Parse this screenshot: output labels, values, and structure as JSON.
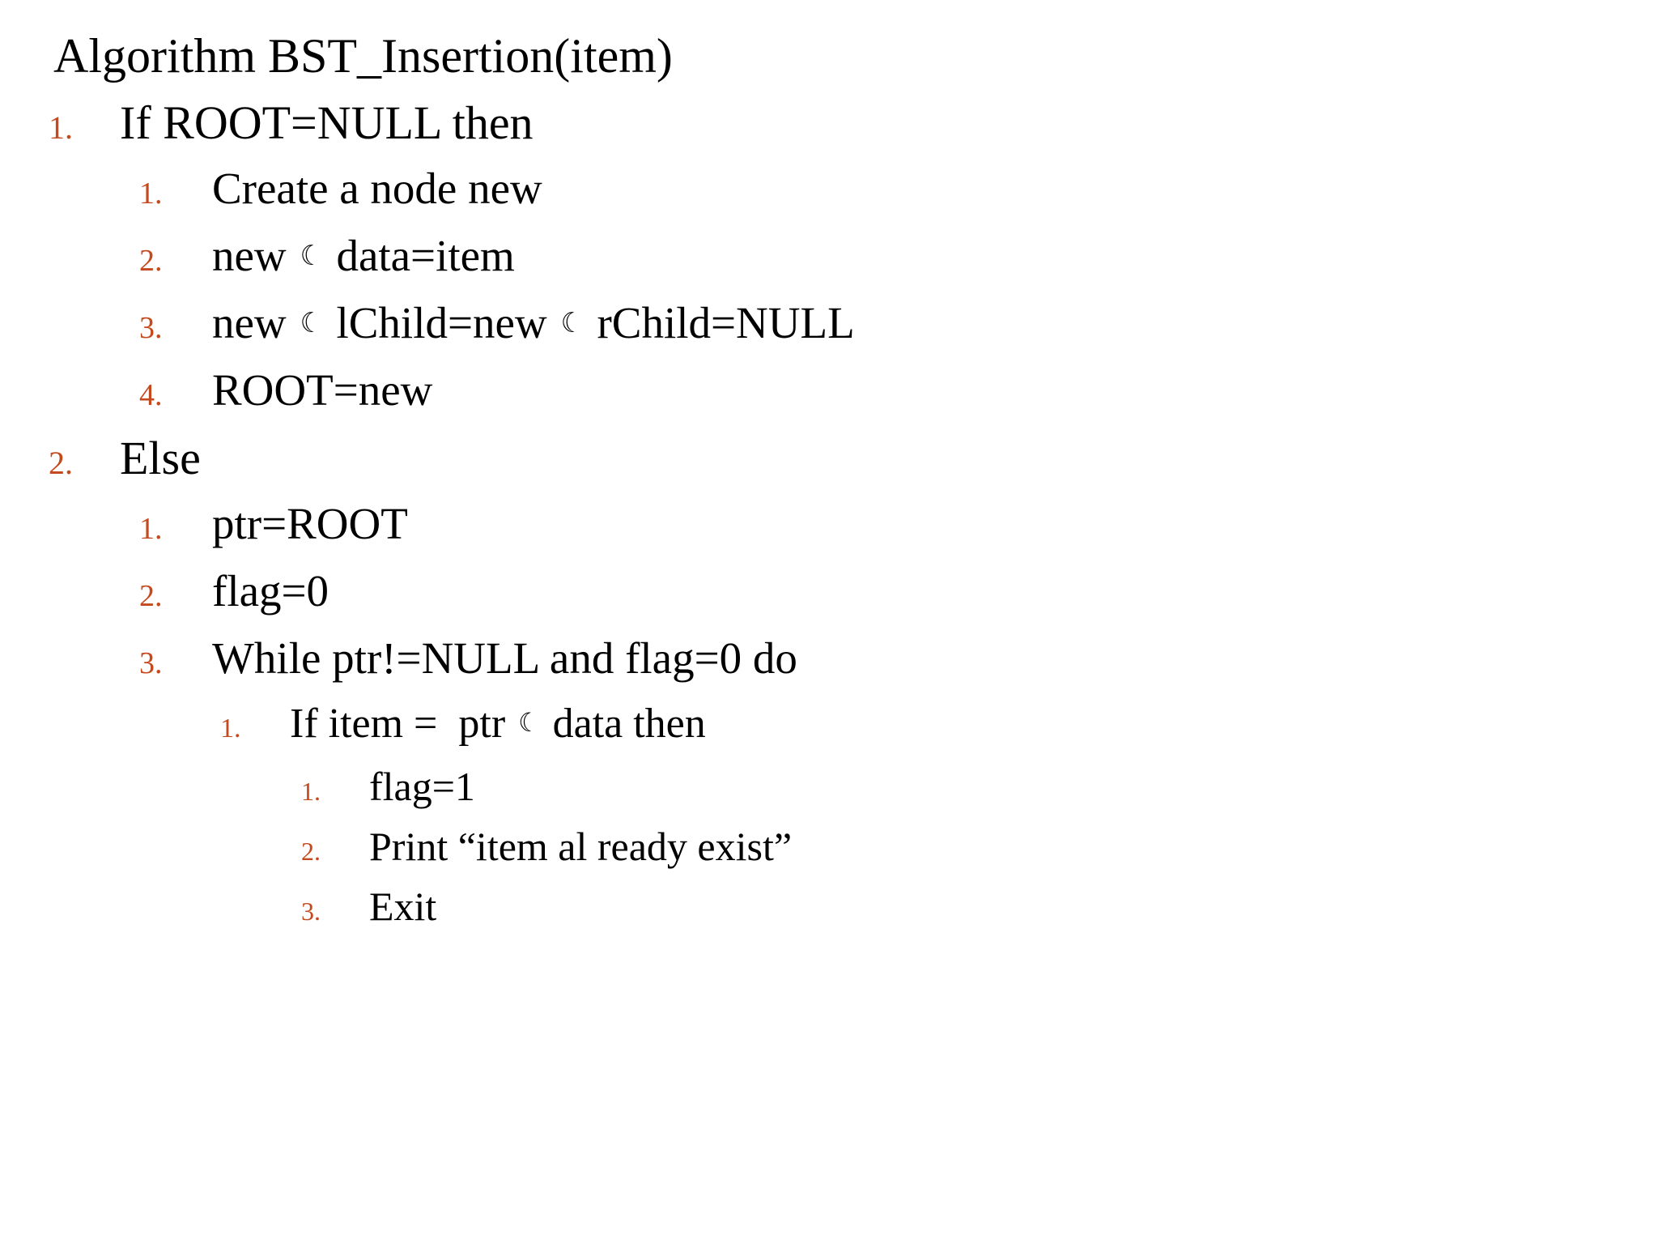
{
  "slide": {
    "background_color": "#FFFFFF",
    "text_color": "#000000",
    "number_color": "#C4491E",
    "title": "Algorithm BST_Insertion(item)",
    "arrow_glyph": "☾",
    "arrow_glyph_name": "crescent-moon-glyph"
  },
  "outline": [
    {
      "level": 1,
      "number": "1.",
      "text": "If ROOT=NULL then",
      "parts": [
        "If ROOT=NULL then"
      ]
    },
    {
      "level": 2,
      "number": "1.",
      "text": "Create a node new",
      "parts": [
        "Create a node new"
      ]
    },
    {
      "level": 2,
      "number": "2.",
      "text": "new ☾ data=item",
      "parts": [
        "new ",
        "☾",
        " data=item"
      ]
    },
    {
      "level": 2,
      "number": "3.",
      "text": "new ☾ lChild=new ☾ rChild=NULL",
      "parts": [
        "new ",
        "☾",
        " lChild=new ",
        "☾",
        " rChild=NULL"
      ]
    },
    {
      "level": 2,
      "number": "4.",
      "text": "ROOT=new",
      "parts": [
        "ROOT=new"
      ]
    },
    {
      "level": 1,
      "number": "2.",
      "text": "Else",
      "parts": [
        "Else"
      ]
    },
    {
      "level": 2,
      "number": "1.",
      "text": "ptr=ROOT",
      "parts": [
        "ptr=ROOT"
      ]
    },
    {
      "level": 2,
      "number": "2.",
      "text": "flag=0",
      "parts": [
        "flag=0"
      ]
    },
    {
      "level": 2,
      "number": "3.",
      "text": "While ptr!=NULL and flag=0 do",
      "parts": [
        "While ptr!=NULL and flag=0 do"
      ]
    },
    {
      "level": 3,
      "number": "1.",
      "text": "If item = ptr ☾ data then",
      "parts": [
        "If item =  ptr ",
        "☾",
        " data then"
      ]
    },
    {
      "level": 4,
      "number": "1.",
      "text": "flag=1",
      "parts": [
        "flag=1"
      ]
    },
    {
      "level": 4,
      "number": "2.",
      "text": "Print “item al ready exist”",
      "parts": [
        "Print “item al ready exist”"
      ]
    },
    {
      "level": 4,
      "number": "3.",
      "text": "Exit",
      "parts": [
        "Exit"
      ]
    }
  ]
}
